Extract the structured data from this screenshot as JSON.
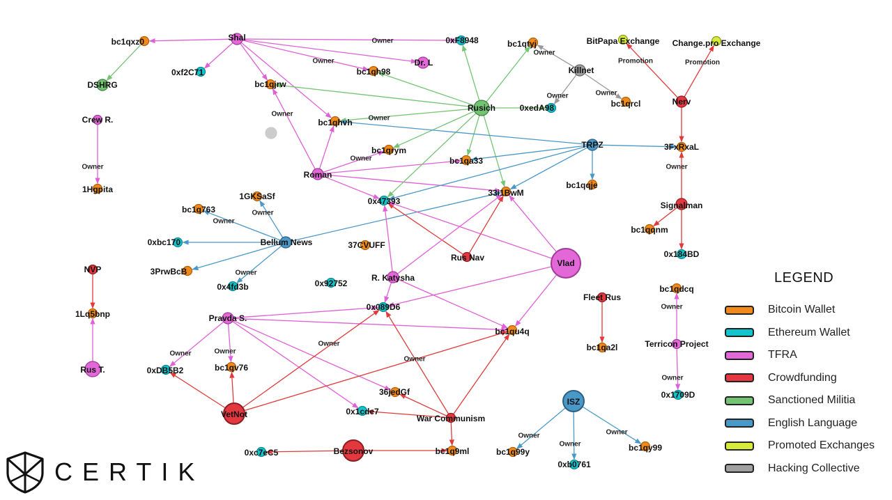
{
  "legend": {
    "title": "LEGEND",
    "items": [
      {
        "key": "btc",
        "label": "Bitcoin Wallet",
        "color": "#f08a1c"
      },
      {
        "key": "eth",
        "label": "Ethereum Wallet",
        "color": "#14c4cc"
      },
      {
        "key": "tfra",
        "label": "TFRA",
        "color": "#e268d8"
      },
      {
        "key": "crowd",
        "label": "Crowdfunding",
        "color": "#e3383f"
      },
      {
        "key": "militia",
        "label": "Sanctioned Militia",
        "color": "#72c472"
      },
      {
        "key": "english",
        "label": "English Language",
        "color": "#4a98c8"
      },
      {
        "key": "promo",
        "label": "Promoted Exchanges",
        "color": "#d7eb3c"
      },
      {
        "key": "hack",
        "label": "Hacking Collective",
        "color": "#a0a0a0"
      }
    ]
  },
  "logo": {
    "text": "CERTIK",
    "icon": "certik-shield-icon"
  },
  "edge_colors": {
    "tfra": "#e060d6",
    "crowd": "#e03a3a",
    "militia": "#74c474",
    "english": "#4a98c8",
    "hack": "#9a9a9a"
  },
  "nodes": [
    {
      "id": "shal",
      "label": "Shal",
      "type": "tfra",
      "size": "s"
    },
    {
      "id": "bc1qxz0",
      "label": "bc1qxz0",
      "type": "btc",
      "size": "xs"
    },
    {
      "id": "dshrg",
      "label": "DSHRG",
      "type": "militia",
      "size": "s"
    },
    {
      "id": "0xf2c71",
      "label": "0xf2C71",
      "type": "eth",
      "size": "xs"
    },
    {
      "id": "0xf8948",
      "label": "0xF8948",
      "type": "eth",
      "size": "xs"
    },
    {
      "id": "bc1qh98",
      "label": "bc1qh98",
      "type": "btc",
      "size": "xs"
    },
    {
      "id": "drl",
      "label": "Dr. L",
      "type": "tfra",
      "size": "s"
    },
    {
      "id": "bc1qjrw",
      "label": "bc1qjrw",
      "type": "btc",
      "size": "xs"
    },
    {
      "id": "bc1qhvh",
      "label": "bc1qhvh",
      "type": "btc",
      "size": "xs"
    },
    {
      "id": "crewr",
      "label": "Crew R.",
      "type": "tfra",
      "size": "xs"
    },
    {
      "id": "1hgpita",
      "label": "1Hgpita",
      "type": "btc",
      "size": "xs"
    },
    {
      "id": "rusich",
      "label": "Rusich",
      "type": "militia",
      "size": "m"
    },
    {
      "id": "bc1qtyj",
      "label": "bc1qtyj",
      "type": "btc",
      "size": "xs"
    },
    {
      "id": "kilnet",
      "label": "Killnet",
      "type": "hack",
      "size": "s"
    },
    {
      "id": "0xeda98",
      "label": "0xedA98",
      "type": "eth",
      "size": "xs"
    },
    {
      "id": "bc1qrcl",
      "label": "bc1qrcl",
      "type": "btc",
      "size": "xs"
    },
    {
      "id": "bitpapa",
      "label": "BitPapa Exchange",
      "type": "promo",
      "size": "xs"
    },
    {
      "id": "changepro",
      "label": "Change.pro Exchange",
      "type": "promo",
      "size": "xs"
    },
    {
      "id": "nerv",
      "label": "Nerv",
      "type": "crowd",
      "size": "s"
    },
    {
      "id": "3fxrxal",
      "label": "3FxRxaL",
      "type": "btc",
      "size": "xs"
    },
    {
      "id": "signalman",
      "label": "Signalman",
      "type": "crowd",
      "size": "s"
    },
    {
      "id": "bc1qqnm",
      "label": "bc1qqnm",
      "type": "btc",
      "size": "xs"
    },
    {
      "id": "0x184bd",
      "label": "0x184BD",
      "type": "eth",
      "size": "xs"
    },
    {
      "id": "trpz",
      "label": "TRPZ",
      "type": "english",
      "size": "s"
    },
    {
      "id": "bc1qqje",
      "label": "bc1qqje",
      "type": "btc",
      "size": "xs"
    },
    {
      "id": "bc1qrym",
      "label": "bc1qrym",
      "type": "btc",
      "size": "xs"
    },
    {
      "id": "bc1qa33",
      "label": "bc1qa33",
      "type": "btc",
      "size": "xs"
    },
    {
      "id": "roman",
      "label": "Roman",
      "type": "tfra",
      "size": "s"
    },
    {
      "id": "33i1bwm",
      "label": "33i1BwM",
      "type": "btc",
      "size": "xs"
    },
    {
      "id": "0x47393",
      "label": "0x47393",
      "type": "eth",
      "size": "xs"
    },
    {
      "id": "1gksasf",
      "label": "1GKSaSf",
      "type": "btc",
      "size": "xs"
    },
    {
      "id": "bc1q763",
      "label": "bc1q763",
      "type": "btc",
      "size": "xs"
    },
    {
      "id": "bellum",
      "label": "Bellum News",
      "type": "english",
      "size": "s"
    },
    {
      "id": "0xbc170",
      "label": "0xbc170",
      "type": "eth",
      "size": "xs"
    },
    {
      "id": "3prwbcb",
      "label": "3PrwBcB",
      "type": "btc",
      "size": "xs"
    },
    {
      "id": "0x4fd3b",
      "label": "0x4fd3b",
      "type": "eth",
      "size": "xs"
    },
    {
      "id": "37cvuff",
      "label": "37CVUFF",
      "type": "btc",
      "size": "xs"
    },
    {
      "id": "rusnav",
      "label": "Rus Nav",
      "type": "crowd",
      "size": "xs"
    },
    {
      "id": "vlad",
      "label": "Vlad",
      "type": "tfra",
      "size": "xl"
    },
    {
      "id": "0x92752",
      "label": "0x92752",
      "type": "eth",
      "size": "xs"
    },
    {
      "id": "rkatysha",
      "label": "R. Katysha",
      "type": "tfra",
      "size": "s"
    },
    {
      "id": "0x089d6",
      "label": "0x089D6",
      "type": "eth",
      "size": "xs"
    },
    {
      "id": "nvp",
      "label": "NVP",
      "type": "crowd",
      "size": "xs"
    },
    {
      "id": "1lq5bnp",
      "label": "1Lq5bnp",
      "type": "btc",
      "size": "xs"
    },
    {
      "id": "rust",
      "label": "Rus T.",
      "type": "tfra",
      "size": "m"
    },
    {
      "id": "pravda",
      "label": "Pravda S.",
      "type": "tfra",
      "size": "s"
    },
    {
      "id": "0xdb5b2",
      "label": "0xDB5B2",
      "type": "eth",
      "size": "xs"
    },
    {
      "id": "bc1qv76",
      "label": "bc1qv76",
      "type": "btc",
      "size": "xs"
    },
    {
      "id": "bc1qu4q",
      "label": "bc1qu4q",
      "type": "btc",
      "size": "xs"
    },
    {
      "id": "fleetrus",
      "label": "Fleet Rus",
      "type": "crowd",
      "size": "xs"
    },
    {
      "id": "bc1qa2l",
      "label": "bc1qa2l",
      "type": "btc",
      "size": "xs"
    },
    {
      "id": "bc1qdcq",
      "label": "bc1qdcq",
      "type": "btc",
      "size": "xs"
    },
    {
      "id": "terricon",
      "label": "Terricon Project",
      "type": "tfra",
      "size": "xs"
    },
    {
      "id": "0x1709d",
      "label": "0x1709D",
      "type": "eth",
      "size": "xs"
    },
    {
      "id": "vetnot",
      "label": "VetNot",
      "type": "crowd",
      "size": "l"
    },
    {
      "id": "36jedgf",
      "label": "36jedGf",
      "type": "btc",
      "size": "xs"
    },
    {
      "id": "0x1cde7",
      "label": "0x1cde7",
      "type": "eth",
      "size": "xs"
    },
    {
      "id": "warcomm",
      "label": "War Communism",
      "type": "crowd",
      "size": "xs"
    },
    {
      "id": "bc1q9ml",
      "label": "bc1q9ml",
      "type": "btc",
      "size": "xs"
    },
    {
      "id": "0xc7ec5",
      "label": "0xc7eC5",
      "type": "eth",
      "size": "xs"
    },
    {
      "id": "bezsonov",
      "label": "Bezsonov",
      "type": "crowd",
      "size": "l"
    },
    {
      "id": "isz",
      "label": "ISZ",
      "type": "english",
      "size": "l"
    },
    {
      "id": "bc1q99y",
      "label": "bc1q99y",
      "type": "btc",
      "size": "xs"
    },
    {
      "id": "0xb0761",
      "label": "0xb0761",
      "type": "eth",
      "size": "xs"
    },
    {
      "id": "bc1qy99",
      "label": "bc1qy99",
      "type": "btc",
      "size": "xs"
    },
    {
      "id": "unknown",
      "label": "",
      "type": "isolated",
      "size": "s"
    }
  ],
  "edges": [
    {
      "from": "shal",
      "to": "bc1qxz0",
      "kind": "tfra"
    },
    {
      "from": "shal",
      "to": "0xf2c71",
      "kind": "tfra"
    },
    {
      "from": "shal",
      "to": "0xf8948",
      "kind": "tfra",
      "label": "Owner"
    },
    {
      "from": "shal",
      "to": "bc1qh98",
      "kind": "tfra",
      "label": "Owner"
    },
    {
      "from": "shal",
      "to": "drl",
      "kind": "tfra"
    },
    {
      "from": "shal",
      "to": "bc1qjrw",
      "kind": "tfra"
    },
    {
      "from": "shal",
      "to": "bc1qhvh",
      "kind": "tfra"
    },
    {
      "from": "bc1qxz0",
      "to": "dshrg",
      "kind": "militia"
    },
    {
      "from": "crewr",
      "to": "1hgpita",
      "kind": "tfra",
      "label": "Owner"
    },
    {
      "from": "roman",
      "to": "bc1qjrw",
      "kind": "tfra",
      "label": "Owner"
    },
    {
      "from": "roman",
      "to": "bc1qhvh",
      "kind": "tfra"
    },
    {
      "from": "roman",
      "to": "bc1qa33",
      "kind": "tfra",
      "label": "Owner"
    },
    {
      "from": "roman",
      "to": "bc1qrym",
      "kind": "tfra"
    },
    {
      "from": "roman",
      "to": "33i1bwm",
      "kind": "tfra"
    },
    {
      "from": "roman",
      "to": "0x47393",
      "kind": "tfra"
    },
    {
      "from": "rusich",
      "to": "0xf8948",
      "kind": "militia"
    },
    {
      "from": "rusich",
      "to": "bc1qtyj",
      "kind": "militia"
    },
    {
      "from": "rusich",
      "to": "bc1qh98",
      "kind": "militia"
    },
    {
      "from": "rusich",
      "to": "bc1qjrw",
      "kind": "militia"
    },
    {
      "from": "rusich",
      "to": "0xeda98",
      "kind": "militia"
    },
    {
      "from": "rusich",
      "to": "bc1qhvh",
      "kind": "militia",
      "label": "Owner"
    },
    {
      "from": "rusich",
      "to": "bc1qrym",
      "kind": "militia"
    },
    {
      "from": "rusich",
      "to": "bc1qa33",
      "kind": "militia"
    },
    {
      "from": "rusich",
      "to": "33i1bwm",
      "kind": "militia"
    },
    {
      "from": "rusich",
      "to": "0x47393",
      "kind": "militia"
    },
    {
      "from": "kilnet",
      "to": "bc1qtyj",
      "kind": "hack",
      "label": "Owner"
    },
    {
      "from": "kilnet",
      "to": "0xeda98",
      "kind": "hack",
      "label": "Owner"
    },
    {
      "from": "kilnet",
      "to": "bc1qrcl",
      "kind": "hack",
      "label": "Owner"
    },
    {
      "from": "nerv",
      "to": "bitpapa",
      "kind": "crowd",
      "label": "Promotion"
    },
    {
      "from": "nerv",
      "to": "changepro",
      "kind": "crowd",
      "label": "Promotion"
    },
    {
      "from": "nerv",
      "to": "3fxrxal",
      "kind": "crowd"
    },
    {
      "from": "signalman",
      "to": "3fxrxal",
      "kind": "crowd",
      "label": "Owner"
    },
    {
      "from": "signalman",
      "to": "bc1qqnm",
      "kind": "crowd"
    },
    {
      "from": "signalman",
      "to": "0x184bd",
      "kind": "crowd"
    },
    {
      "from": "trpz",
      "to": "bc1qhvh",
      "kind": "english"
    },
    {
      "from": "trpz",
      "to": "3fxrxal",
      "kind": "english"
    },
    {
      "from": "trpz",
      "to": "bc1qqje",
      "kind": "english"
    },
    {
      "from": "trpz",
      "to": "bc1qa33",
      "kind": "english"
    },
    {
      "from": "trpz",
      "to": "33i1bwm",
      "kind": "english"
    },
    {
      "from": "trpz",
      "to": "0x47393",
      "kind": "english"
    },
    {
      "from": "bellum",
      "to": "1gksasf",
      "kind": "english",
      "label": "Owner"
    },
    {
      "from": "bellum",
      "to": "bc1q763",
      "kind": "english",
      "label": "Owner"
    },
    {
      "from": "bellum",
      "to": "0xbc170",
      "kind": "english"
    },
    {
      "from": "bellum",
      "to": "3prwbcb",
      "kind": "english"
    },
    {
      "from": "bellum",
      "to": "0x4fd3b",
      "kind": "english",
      "label": "Owner"
    },
    {
      "from": "bellum",
      "to": "33i1bwm",
      "kind": "english"
    },
    {
      "from": "rusnav",
      "to": "0x47393",
      "kind": "crowd"
    },
    {
      "from": "rusnav",
      "to": "33i1bwm",
      "kind": "crowd"
    },
    {
      "from": "vlad",
      "to": "0x47393",
      "kind": "tfra"
    },
    {
      "from": "vlad",
      "to": "33i1bwm",
      "kind": "tfra"
    },
    {
      "from": "vlad",
      "to": "0x089d6",
      "kind": "tfra"
    },
    {
      "from": "vlad",
      "to": "bc1qu4q",
      "kind": "tfra"
    },
    {
      "from": "rkatysha",
      "to": "0x47393",
      "kind": "tfra"
    },
    {
      "from": "rkatysha",
      "to": "33i1bwm",
      "kind": "tfra"
    },
    {
      "from": "rkatysha",
      "to": "0x089d6",
      "kind": "tfra"
    },
    {
      "from": "rkatysha",
      "to": "bc1qu4q",
      "kind": "tfra"
    },
    {
      "from": "nvp",
      "to": "1lq5bnp",
      "kind": "crowd"
    },
    {
      "from": "rust",
      "to": "1lq5bnp",
      "kind": "tfra"
    },
    {
      "from": "pravda",
      "to": "0xdb5b2",
      "kind": "tfra",
      "label": "Owner"
    },
    {
      "from": "pravda",
      "to": "bc1qv76",
      "kind": "tfra",
      "label": "Owner"
    },
    {
      "from": "pravda",
      "to": "0x089d6",
      "kind": "tfra"
    },
    {
      "from": "pravda",
      "to": "bc1qu4q",
      "kind": "tfra"
    },
    {
      "from": "pravda",
      "to": "36jedgf",
      "kind": "tfra"
    },
    {
      "from": "pravda",
      "to": "0x1cde7",
      "kind": "tfra"
    },
    {
      "from": "fleetrus",
      "to": "bc1qa2l",
      "kind": "crowd"
    },
    {
      "from": "terricon",
      "to": "bc1qdcq",
      "kind": "tfra",
      "label": "Owner"
    },
    {
      "from": "terricon",
      "to": "0x1709d",
      "kind": "tfra",
      "label": "Owner"
    },
    {
      "from": "vetnot",
      "to": "0xdb5b2",
      "kind": "crowd"
    },
    {
      "from": "vetnot",
      "to": "bc1qv76",
      "kind": "crowd"
    },
    {
      "from": "vetnot",
      "to": "0x089d6",
      "kind": "crowd",
      "label": "Owner"
    },
    {
      "from": "vetnot",
      "to": "bc1qu4q",
      "kind": "crowd"
    },
    {
      "from": "warcomm",
      "to": "0x089d6",
      "kind": "crowd"
    },
    {
      "from": "warcomm",
      "to": "bc1qu4q",
      "kind": "crowd",
      "label": "Owner"
    },
    {
      "from": "warcomm",
      "to": "36jedgf",
      "kind": "crowd"
    },
    {
      "from": "warcomm",
      "to": "0x1cde7",
      "kind": "crowd"
    },
    {
      "from": "warcomm",
      "to": "bc1q9ml",
      "kind": "crowd"
    },
    {
      "from": "bezsonov",
      "to": "0xc7ec5",
      "kind": "crowd"
    },
    {
      "from": "bezsonov",
      "to": "bc1q9ml",
      "kind": "crowd"
    },
    {
      "from": "isz",
      "to": "bc1q99y",
      "kind": "english",
      "label": "Owner"
    },
    {
      "from": "isz",
      "to": "0xb0761",
      "kind": "english",
      "label": "Owner"
    },
    {
      "from": "isz",
      "to": "bc1qy99",
      "kind": "english",
      "label": "Owner"
    }
  ]
}
